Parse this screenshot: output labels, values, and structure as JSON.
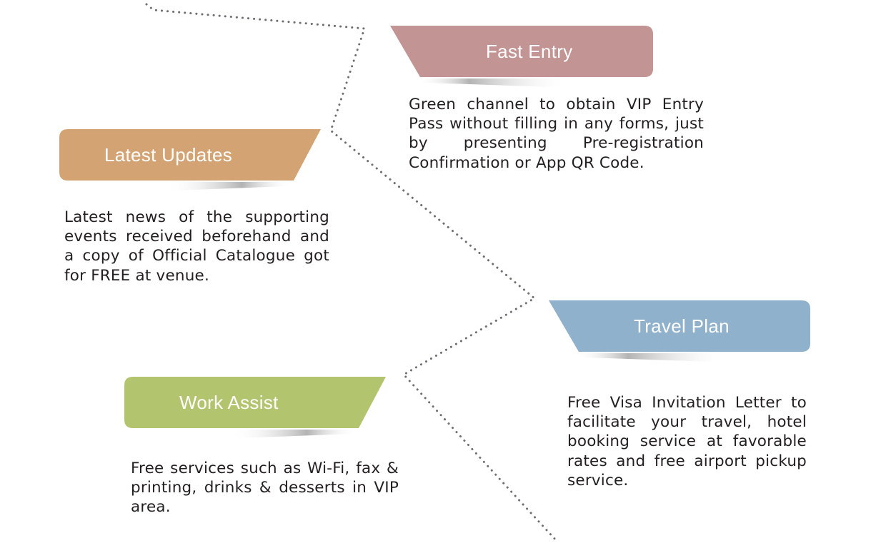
{
  "colors": {
    "fast_entry": "#c29493",
    "latest_updates": "#d4a373",
    "travel_plan": "#8fb1cc",
    "work_assist": "#b3c46e",
    "connector": "#6d6e71",
    "text": "#231f20"
  },
  "features": [
    {
      "id": "fast-entry",
      "title": "Fast Entry",
      "description": "Green channel to obtain VIP Entry Pass without filling in any forms, just by presenting Pre-registration Confirmation or App QR Code."
    },
    {
      "id": "latest-updates",
      "title": "Latest Updates",
      "description": "Latest news of the supporting events received beforehand and a copy of Official Catalogue got for FREE at venue."
    },
    {
      "id": "travel-plan",
      "title": "Travel Plan",
      "description": "Free Visa Invitation Letter to facilitate your travel, hotel booking service at favorable rates and free airport pickup service."
    },
    {
      "id": "work-assist",
      "title": "Work Assist",
      "description": "Free services such as Wi-Fi, fax & printing, drinks & desserts in VIP area."
    }
  ]
}
